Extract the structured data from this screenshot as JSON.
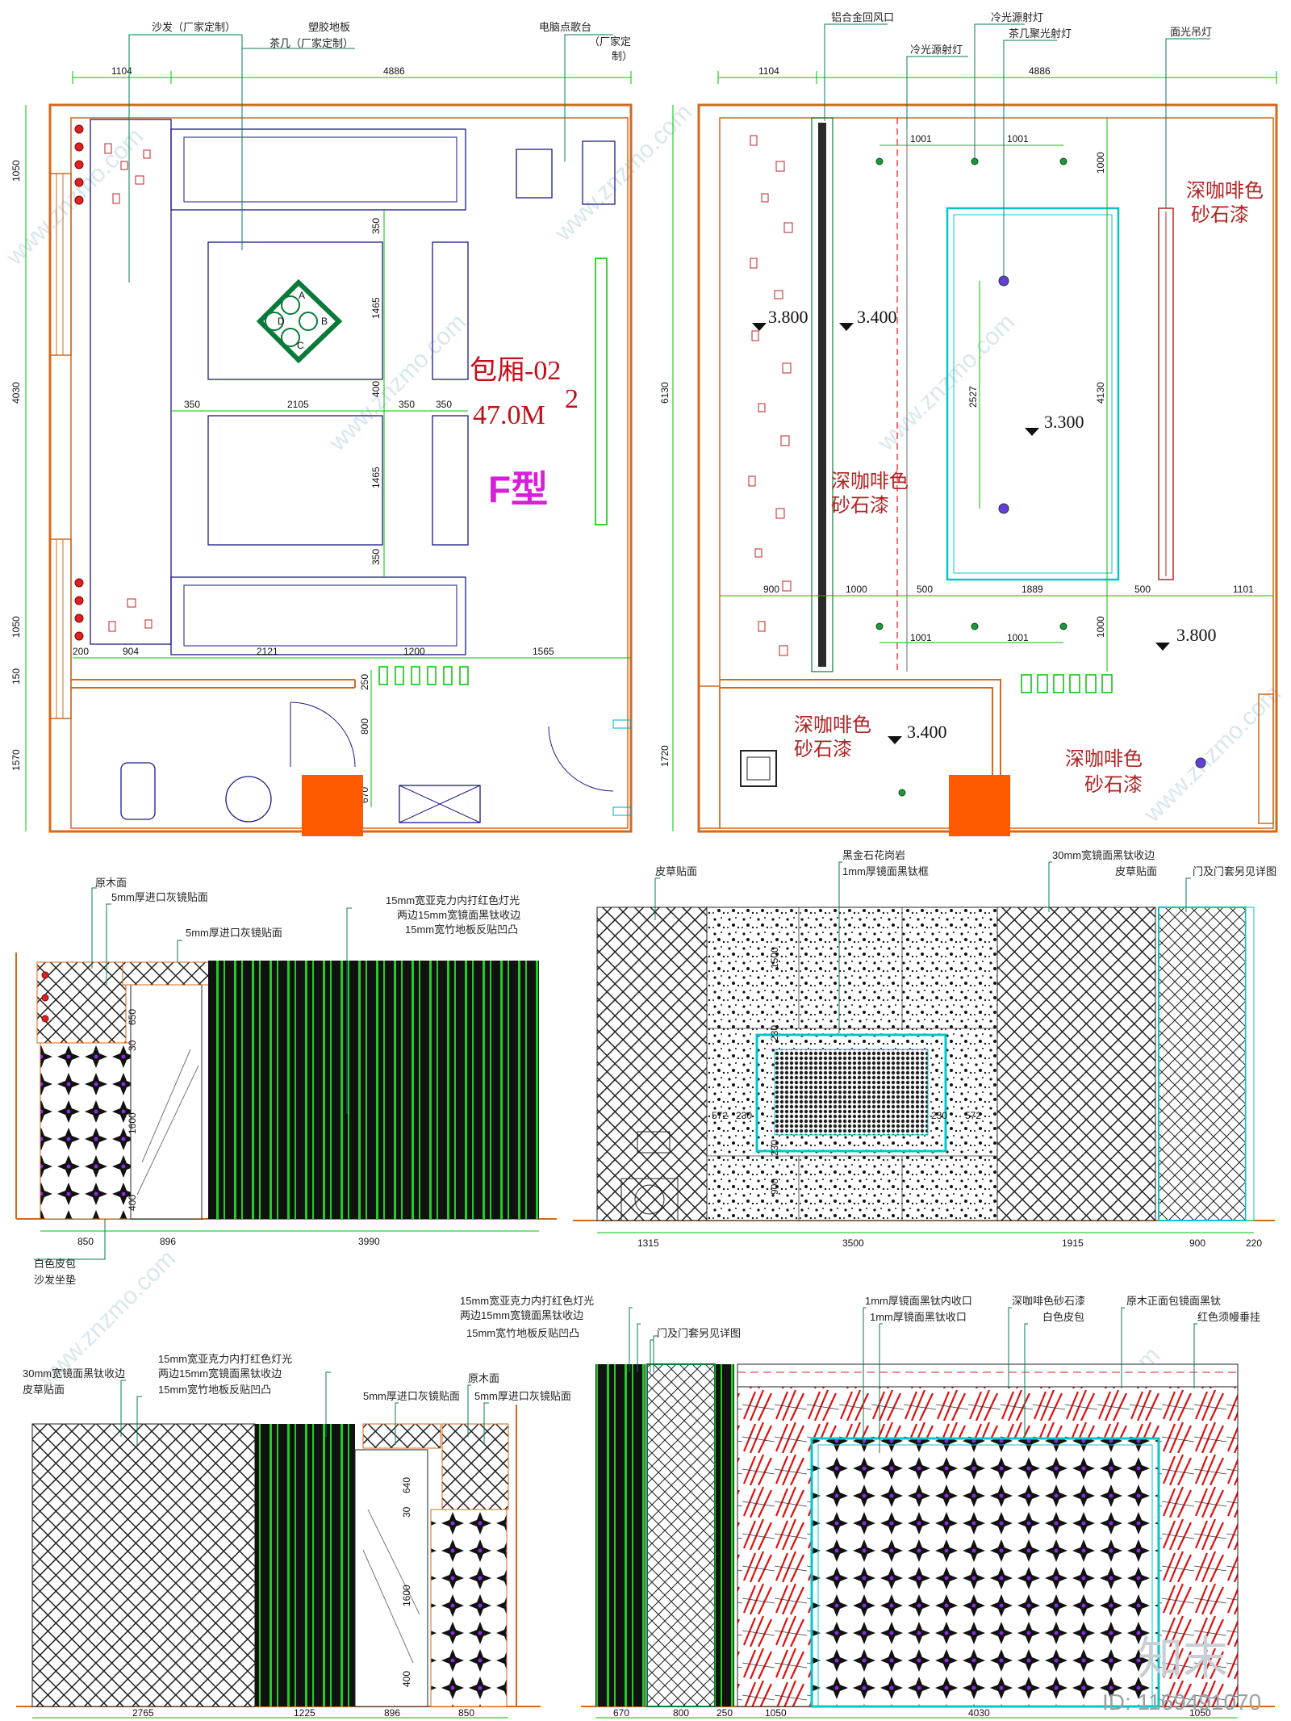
{
  "room": {
    "name": "包厢-02",
    "area": "47.0M",
    "area_sup": "2",
    "type_label": "F型"
  },
  "watermark": {
    "site": "www.znzmo.com",
    "id_label": "ID: 1169491070",
    "logo": "知末"
  },
  "plan": {
    "labels": [
      "沙发（厂家定制）",
      "塑胶地板",
      "茶几（厂家定制）",
      "电脑点歌台",
      "（厂家定",
      "制）"
    ],
    "dims_top": [
      "1104",
      "4886"
    ],
    "dims_left": [
      "1050",
      "4030",
      "1050",
      "150",
      "1570"
    ],
    "dims_inner": [
      "350",
      "1465",
      "400",
      "1465",
      "350",
      "350",
      "2105",
      "350",
      "350",
      "200",
      "904",
      "2121",
      "1200",
      "1565",
      "250",
      "800",
      "670"
    ],
    "coffee_table_letters": [
      "A",
      "B",
      "C",
      "D"
    ]
  },
  "ceiling": {
    "labels": [
      "铝合金回风口",
      "冷光源射灯",
      "茶几聚光射灯",
      "冷光源射灯",
      "面光吊灯"
    ],
    "dims_top": [
      "1104",
      "4886"
    ],
    "dims_right": [
      "6130",
      "1720"
    ],
    "dims_inner": [
      "1001",
      "1001",
      "1000",
      "2527",
      "4130",
      "900",
      "1000",
      "500",
      "1889",
      "500",
      "1101",
      "1001",
      "1001",
      "1000"
    ],
    "levels": [
      "3.800",
      "3.400",
      "3.300",
      "3.800",
      "3.400"
    ],
    "notes": [
      "深咖啡色",
      "砂石漆"
    ]
  },
  "elev_a": {
    "labels": [
      "原木面",
      "5mm厚进口灰镜贴面",
      "5mm厚进口灰镜贴面",
      "15mm宽亚克力内打红色灯光",
      "两边15mm宽镜面黑钛收边",
      "15mm宽竹地板反贴凹凸",
      "白色皮包",
      "沙发坐垫"
    ],
    "dims": [
      "850",
      "896",
      "3990"
    ],
    "v_dims": [
      "650",
      "30",
      "1600",
      "400"
    ]
  },
  "elev_b": {
    "labels": [
      "皮草贴面",
      "黑金石花岗岩",
      "1mm厚镜面黑钛框",
      "30mm宽镜面黑钛收边",
      "皮草贴面",
      "门及门套另见详图"
    ],
    "dims": [
      "1315",
      "3500",
      "1915",
      "900",
      "220"
    ],
    "inner_dims": [
      "572",
      "230",
      "230",
      "572",
      "1500",
      "230",
      "230",
      "900"
    ]
  },
  "elev_c": {
    "labels": [
      "30mm宽镜面黑钛收边",
      "皮草贴面",
      "15mm宽亚克力内打红色灯光",
      "两边15mm宽镜面黑钛收边",
      "15mm宽竹地板反贴凹凸",
      "5mm厚进口灰镜贴面",
      "原木面",
      "5mm厚进口灰镜贴面"
    ],
    "dims": [
      "2765",
      "1225",
      "896",
      "850"
    ],
    "v_dims": [
      "640",
      "30",
      "1600",
      "400"
    ]
  },
  "elev_d": {
    "labels": [
      "15mm宽亚克力内打红色灯光",
      "两边15mm宽镜面黑钛收边",
      "15mm宽竹地板反贴凹凸",
      "门及门套另见详图",
      "1mm厚镜面黑钛内收口",
      "1mm厚镜面黑钛收口",
      "深咖啡色砂石漆",
      "白色皮包",
      "原木正面包镜面黑钛",
      "红色须幔垂挂"
    ],
    "dims": [
      "670",
      "800",
      "250",
      "1050",
      "4030",
      "1050"
    ]
  },
  "colors": {
    "wall": "#d2691e",
    "dim": "#00c000",
    "leader": "#0a7a5a",
    "accent_red": "#ff5a00",
    "cyan": "#00cccc",
    "magenta": "#d81fd8"
  }
}
